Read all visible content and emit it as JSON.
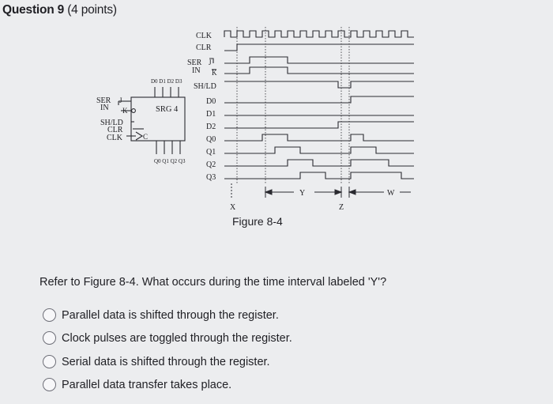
{
  "question": {
    "title": "Question 9",
    "points": "(4 points)",
    "prompt": "Refer to Figure 8-4. What occurs during the time interval labeled 'Y'?"
  },
  "figure": {
    "caption": "Figure 8-4",
    "block": {
      "name": "SRG 4",
      "ser": "SER",
      "in": "IN",
      "j": "J",
      "k": "K",
      "shld": "SH/LD",
      "clr": "CLR",
      "clk": "CLK",
      "c": "C",
      "top_pins": "D0 D1 D2 D3",
      "bottom_pins": "Q0 Q1 Q2 Q3"
    },
    "signals": [
      "CLK",
      "CLR",
      "SER",
      "IN",
      "J",
      "K",
      "SH/LD",
      "D0",
      "D1",
      "D2",
      "Q0",
      "Q1",
      "Q2",
      "Q3"
    ],
    "markers": {
      "x": "X",
      "y": "Y",
      "z": "Z",
      "w": "W"
    }
  },
  "options": [
    {
      "label": "Parallel data is shifted through the register."
    },
    {
      "label": "Clock pulses are toggled through the register."
    },
    {
      "label": "Serial data is shifted through the register."
    },
    {
      "label": "Parallel data transfer takes place."
    }
  ]
}
